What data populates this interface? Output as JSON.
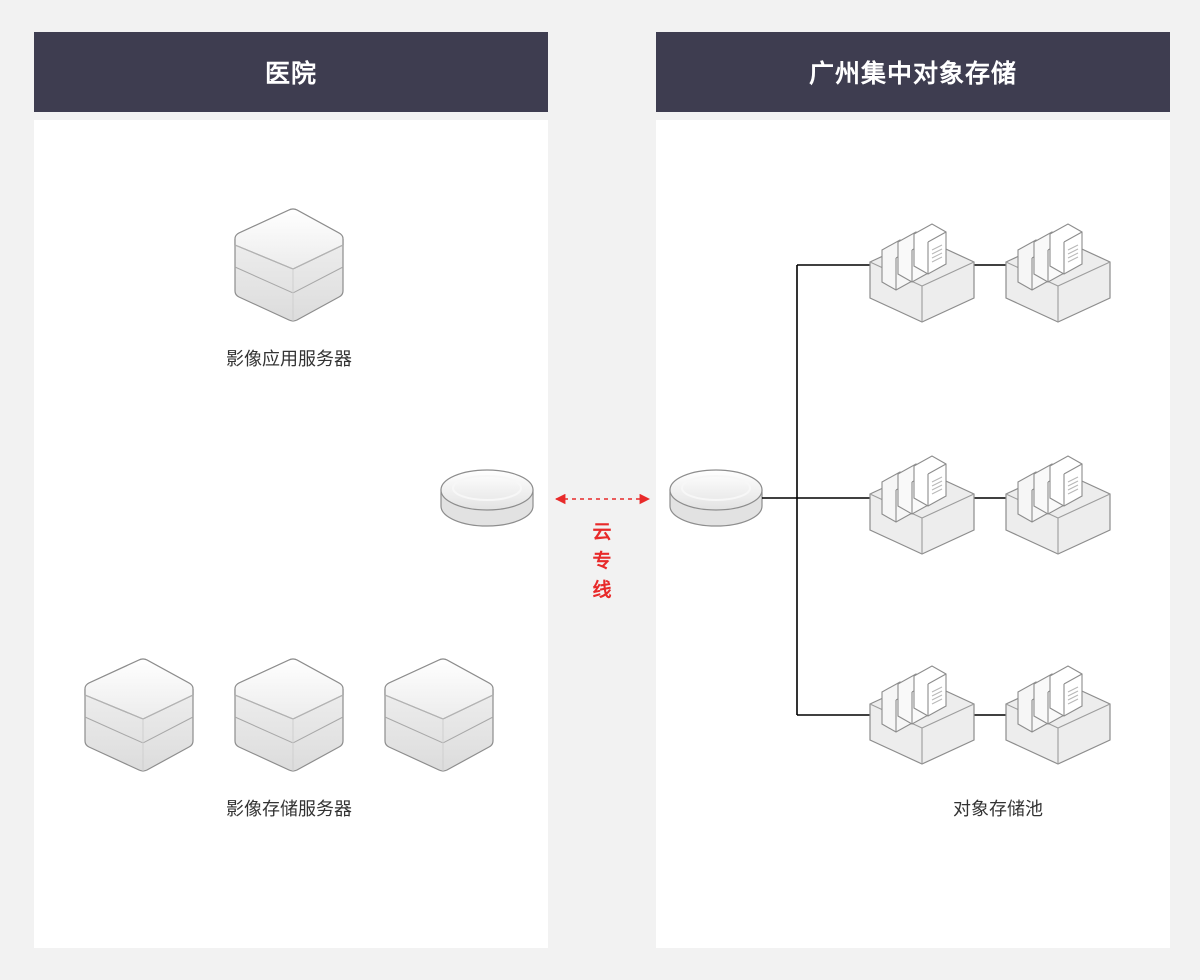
{
  "left_panel": {
    "title": "医院",
    "app_server_label": "影像应用服务器",
    "storage_server_label": "影像存储服务器"
  },
  "right_panel": {
    "title": "广州集中对象存储",
    "pool_label": "对象存储池"
  },
  "link": {
    "chars": [
      "云",
      "专",
      "线"
    ],
    "color": "#e82a2a"
  },
  "colors": {
    "header_bg": "#3e3d50",
    "header_text": "#ffffff",
    "panel_bg": "#ffffff",
    "page_bg": "#f2f2f2",
    "link_line": "#e82a2a"
  },
  "icons": {
    "server": "server-icon",
    "router": "router-icon",
    "storage_node": "storage-node-icon"
  }
}
